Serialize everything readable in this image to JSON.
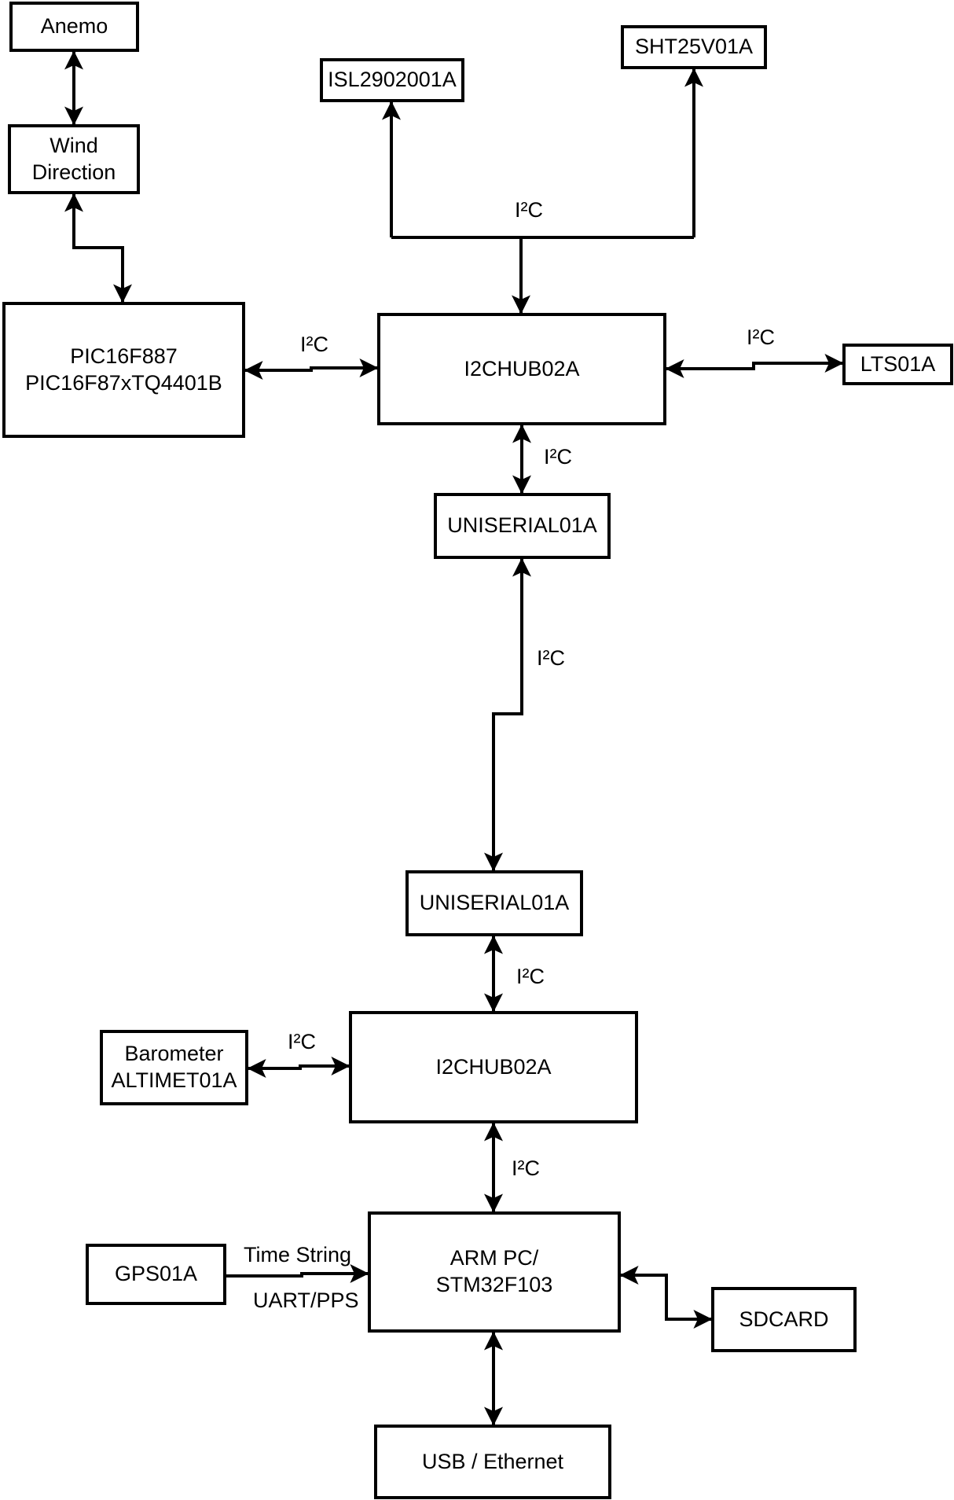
{
  "diagram": {
    "colors": {
      "background": "#ffffff",
      "stroke": "#000000",
      "box_fill": "#ffffff",
      "text": "#000000"
    },
    "nodes": {
      "anemo": {
        "label": "Anemo"
      },
      "wind_direction": {
        "lines": [
          "Wind",
          "Direction"
        ]
      },
      "pic": {
        "lines": [
          "PIC16F887",
          "PIC16F87xTQ4401B"
        ]
      },
      "isl": {
        "label": "ISL2902001A"
      },
      "sht": {
        "label": "SHT25V01A"
      },
      "i2chub_top": {
        "label": "I2CHUB02A"
      },
      "lts": {
        "label": "LTS01A"
      },
      "uniserial_top": {
        "label": "UNISERIAL01A"
      },
      "uniserial_bottom": {
        "label": "UNISERIAL01A"
      },
      "i2chub_bottom": {
        "label": "I2CHUB02A"
      },
      "barometer": {
        "lines": [
          "Barometer",
          "ALTIMET01A"
        ]
      },
      "gps": {
        "label": "GPS01A"
      },
      "arm_pc": {
        "lines": [
          "ARM PC/",
          "STM32F103"
        ]
      },
      "sdcard": {
        "label": "SDCARD"
      },
      "usb_ethernet": {
        "label": "USB / Ethernet"
      }
    },
    "edge_labels": {
      "sensors_top": "I²C",
      "pic_hub1": "I²C",
      "hub1_lts": "I²C",
      "hub1_uniserial": "I²C",
      "uniserial_link": "I²C",
      "uniserial_hub2": "I²C",
      "barometer_hub2": "I²C",
      "hub2_arm": "I²C",
      "gps_time_string": "Time String",
      "gps_uart_pps": "UART/PPS"
    }
  }
}
